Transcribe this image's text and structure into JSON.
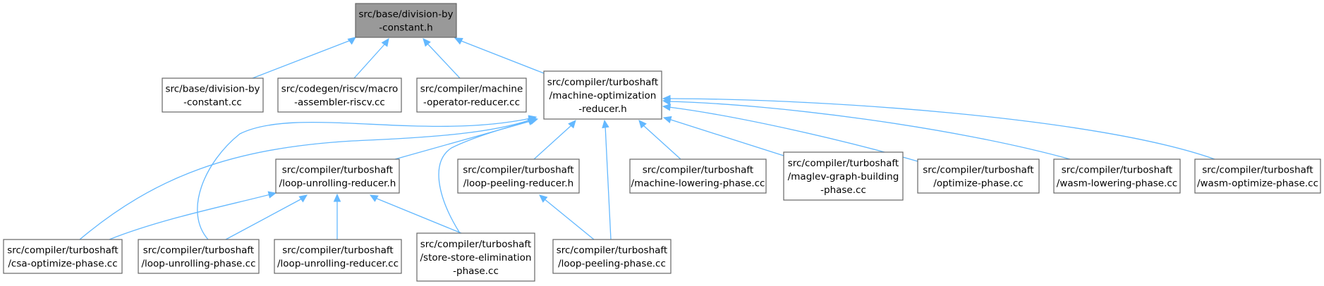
{
  "graph": {
    "colors": {
      "edge": "#63b8ff",
      "root_fill": "#999999",
      "node_fill": "#ffffff",
      "node_border": "#666666"
    },
    "nodes": [
      {
        "id": "n0",
        "lines": [
          "src/base/division-by",
          "-constant.h"
        ]
      },
      {
        "id": "n1",
        "lines": [
          "src/base/division-by",
          "-constant.cc"
        ]
      },
      {
        "id": "n2",
        "lines": [
          "src/codegen/riscv/macro",
          "-assembler-riscv.cc"
        ]
      },
      {
        "id": "n3",
        "lines": [
          "src/compiler/machine",
          "-operator-reducer.cc"
        ]
      },
      {
        "id": "n4",
        "lines": [
          "src/compiler/turboshaft",
          "/machine-optimization",
          "-reducer.h"
        ]
      },
      {
        "id": "n5",
        "lines": [
          "src/compiler/turboshaft",
          "/loop-unrolling-reducer.h"
        ]
      },
      {
        "id": "n6",
        "lines": [
          "src/compiler/turboshaft",
          "/loop-peeling-reducer.h"
        ]
      },
      {
        "id": "n7",
        "lines": [
          "src/compiler/turboshaft",
          "/machine-lowering-phase.cc"
        ]
      },
      {
        "id": "n8",
        "lines": [
          "src/compiler/turboshaft",
          "/maglev-graph-building",
          "-phase.cc"
        ]
      },
      {
        "id": "n9",
        "lines": [
          "src/compiler/turboshaft",
          "/optimize-phase.cc"
        ]
      },
      {
        "id": "n10",
        "lines": [
          "src/compiler/turboshaft",
          "/wasm-lowering-phase.cc"
        ]
      },
      {
        "id": "n11",
        "lines": [
          "src/compiler/turboshaft",
          "/wasm-optimize-phase.cc"
        ]
      },
      {
        "id": "n12",
        "lines": [
          "src/compiler/turboshaft",
          "/csa-optimize-phase.cc"
        ]
      },
      {
        "id": "n13",
        "lines": [
          "src/compiler/turboshaft",
          "/loop-unrolling-phase.cc"
        ]
      },
      {
        "id": "n14",
        "lines": [
          "src/compiler/turboshaft",
          "/loop-unrolling-reducer.cc"
        ]
      },
      {
        "id": "n15",
        "lines": [
          "src/compiler/turboshaft",
          "/store-store-elimination",
          "-phase.cc"
        ]
      },
      {
        "id": "n16",
        "lines": [
          "src/compiler/turboshaft",
          "/loop-peeling-phase.cc"
        ]
      }
    ],
    "edges": [
      {
        "from": "n1",
        "to": "n0"
      },
      {
        "from": "n2",
        "to": "n0"
      },
      {
        "from": "n3",
        "to": "n0"
      },
      {
        "from": "n4",
        "to": "n0"
      },
      {
        "from": "n5",
        "to": "n4"
      },
      {
        "from": "n6",
        "to": "n4"
      },
      {
        "from": "n7",
        "to": "n4"
      },
      {
        "from": "n8",
        "to": "n4"
      },
      {
        "from": "n9",
        "to": "n4"
      },
      {
        "from": "n10",
        "to": "n4"
      },
      {
        "from": "n11",
        "to": "n4"
      },
      {
        "from": "n12",
        "to": "n4"
      },
      {
        "from": "n13",
        "to": "n4"
      },
      {
        "from": "n15",
        "to": "n4"
      },
      {
        "from": "n16",
        "to": "n4"
      },
      {
        "from": "n12",
        "to": "n5"
      },
      {
        "from": "n13",
        "to": "n5"
      },
      {
        "from": "n14",
        "to": "n5"
      },
      {
        "from": "n15",
        "to": "n5"
      },
      {
        "from": "n16",
        "to": "n6"
      }
    ]
  }
}
